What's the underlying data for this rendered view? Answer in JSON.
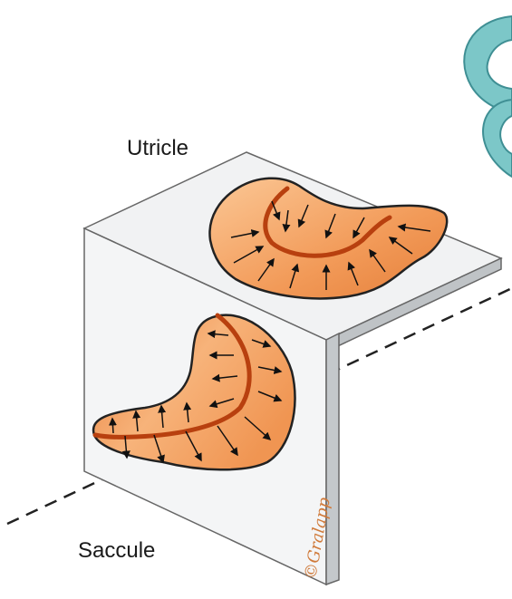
{
  "labels": {
    "utricle": "Utricle",
    "saccule": "Saccule"
  },
  "signature": "©Gralapp",
  "colors": {
    "macula_light": "#f6b77e",
    "macula_mid": "#ee8c4a",
    "striola": "#b8400f",
    "outline": "#222222",
    "canal": "#7cc7c8",
    "canal_outline": "#3f8f94",
    "plane_face": "#f0f1f2",
    "plane_edge": "#666666",
    "axis": "#222222"
  },
  "icons": {
    "arrow": "arrow-icon",
    "canal": "semicircular-canal-icon"
  }
}
